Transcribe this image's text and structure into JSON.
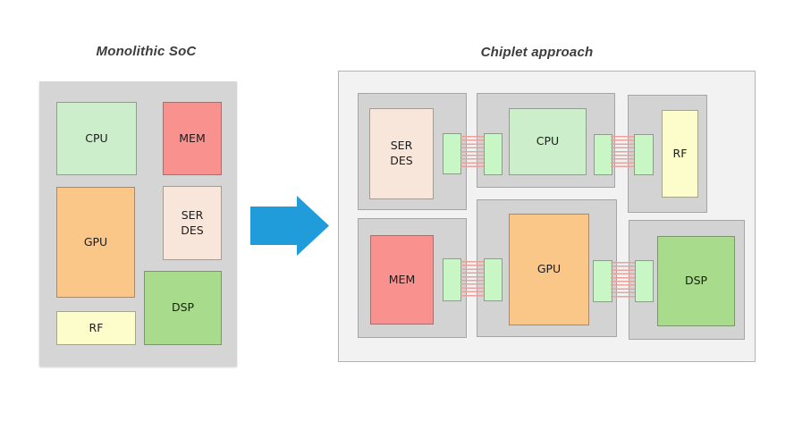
{
  "monolithic": {
    "title": "Monolithic SoC",
    "blocks": {
      "cpu": {
        "label": "CPU",
        "color": "#cdeeca"
      },
      "mem": {
        "label": "MEM",
        "color": "#f9918f"
      },
      "gpu": {
        "label": "GPU",
        "color": "#fbc788"
      },
      "serdes": {
        "label": "SER\nDES",
        "color": "#f9e6db"
      },
      "dsp": {
        "label": "DSP",
        "color": "#a9db8c"
      },
      "rf": {
        "label": "RF",
        "color": "#fcfdca"
      }
    }
  },
  "chiplet": {
    "title": "Chiplet approach",
    "chiplets": {
      "serdes": {
        "label": "SER\nDES",
        "color": "#f9e6db"
      },
      "cpu": {
        "label": "CPU",
        "color": "#cdeeca"
      },
      "rf": {
        "label": "RF",
        "color": "#fcfdca"
      },
      "mem": {
        "label": "MEM",
        "color": "#f9918f"
      },
      "gpu": {
        "label": "GPU",
        "color": "#fbc788"
      },
      "dsp": {
        "label": "DSP",
        "color": "#a9db8c"
      }
    }
  },
  "colors": {
    "die_gray": "#d5d5d5",
    "chiplet_gray": "#d3d3d3",
    "substrate_bg": "#f2f2f2",
    "connector_green": "#c8f6c4",
    "link_red": "#e8a29b",
    "arrow_blue": "#1f9cd9",
    "title_text": "#3d3d3d",
    "block_text": "#1c1c1c"
  }
}
